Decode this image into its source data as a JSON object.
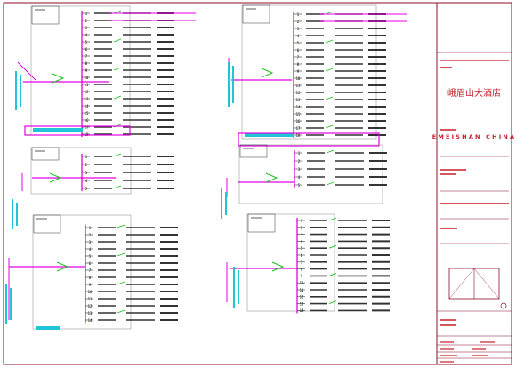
{
  "colors": {
    "paper": "#ffffff",
    "frame": "#8a0f2a",
    "line": "#333333",
    "box": "#9a9a9a",
    "bus": "#e400e4",
    "breaker": "#19c519",
    "label": "#e000e0",
    "cyan": "#22c4d8",
    "text": "#000000",
    "title_red": "#c81e2c"
  },
  "title_block": {
    "project_name_cn": "峨眉山大酒店",
    "project_name_en": "EMEISHAN  CHINA",
    "logo_text": "",
    "small_lines": [
      "",
      "",
      "",
      "",
      "",
      "",
      "",
      ""
    ]
  },
  "panels": [
    {
      "id": "top-left",
      "feed_label": "",
      "circuits": [
        {
          "no": "1"
        },
        {
          "no": "2"
        },
        {
          "no": "3"
        },
        {
          "no": "4"
        },
        {
          "no": "5"
        },
        {
          "no": "6"
        },
        {
          "no": "7"
        },
        {
          "no": "8"
        },
        {
          "no": "9"
        },
        {
          "no": "10"
        },
        {
          "no": "11"
        },
        {
          "no": "12"
        },
        {
          "no": "13"
        },
        {
          "no": "14"
        },
        {
          "no": "15"
        },
        {
          "no": "16"
        },
        {
          "no": "17"
        },
        {
          "no": "18"
        }
      ]
    },
    {
      "id": "top-right",
      "feed_label": "",
      "circuits": [
        {
          "no": "1"
        },
        {
          "no": "2"
        },
        {
          "no": "3"
        },
        {
          "no": "4"
        },
        {
          "no": "5"
        },
        {
          "no": "6"
        },
        {
          "no": "7"
        },
        {
          "no": "8"
        },
        {
          "no": "9"
        },
        {
          "no": "10"
        },
        {
          "no": "11"
        },
        {
          "no": "12"
        },
        {
          "no": "13"
        },
        {
          "no": "14"
        },
        {
          "no": "15"
        },
        {
          "no": "16"
        },
        {
          "no": "17"
        },
        {
          "no": "18"
        }
      ]
    },
    {
      "id": "mid-left",
      "feed_label": "",
      "circuits": [
        {
          "no": "1"
        },
        {
          "no": "2"
        },
        {
          "no": "3"
        },
        {
          "no": "4"
        },
        {
          "no": "5"
        }
      ]
    },
    {
      "id": "mid-right",
      "feed_label": "",
      "circuits": [
        {
          "no": "1"
        },
        {
          "no": "2"
        },
        {
          "no": "3"
        },
        {
          "no": "4"
        },
        {
          "no": "5"
        }
      ]
    },
    {
      "id": "bottom-left",
      "feed_label": "",
      "circuits": [
        {
          "no": "1"
        },
        {
          "no": "2"
        },
        {
          "no": "3"
        },
        {
          "no": "4"
        },
        {
          "no": "5"
        },
        {
          "no": "6"
        },
        {
          "no": "7"
        },
        {
          "no": "8"
        },
        {
          "no": "9"
        },
        {
          "no": "10"
        },
        {
          "no": "11"
        },
        {
          "no": "12"
        },
        {
          "no": "13"
        },
        {
          "no": "14"
        }
      ]
    },
    {
      "id": "bottom-right",
      "feed_label": "",
      "circuits": [
        {
          "no": "1"
        },
        {
          "no": "2"
        },
        {
          "no": "3"
        },
        {
          "no": "4"
        },
        {
          "no": "5"
        },
        {
          "no": "6"
        },
        {
          "no": "7"
        },
        {
          "no": "8"
        },
        {
          "no": "9"
        },
        {
          "no": "10"
        },
        {
          "no": "11"
        },
        {
          "no": "12"
        },
        {
          "no": "13"
        },
        {
          "no": "14"
        }
      ]
    }
  ]
}
